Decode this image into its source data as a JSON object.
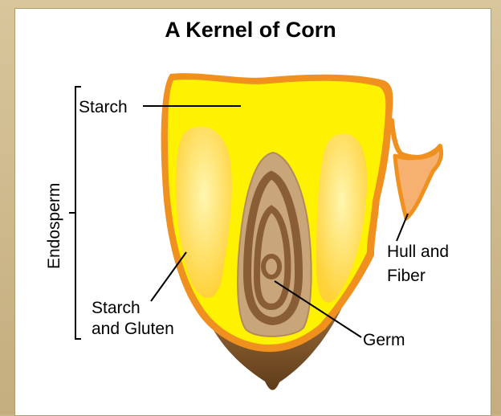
{
  "title": "A Kernel of Corn",
  "labels": {
    "starch": "Starch",
    "endosperm": "Endosperm",
    "starch_and_gluten_line1": "Starch",
    "starch_and_gluten_line2": "and Gluten",
    "hull_line1": "Hull and",
    "hull_line2": "Fiber",
    "germ": "Germ"
  },
  "colors": {
    "endosperm_yellow": "#fff200",
    "gluten_light": "#ffe98a",
    "hull_orange": "#f0901e",
    "germ_tan": "#c9a57a",
    "germ_dark": "#8a5e34",
    "tip_brown": "#7a5228"
  }
}
